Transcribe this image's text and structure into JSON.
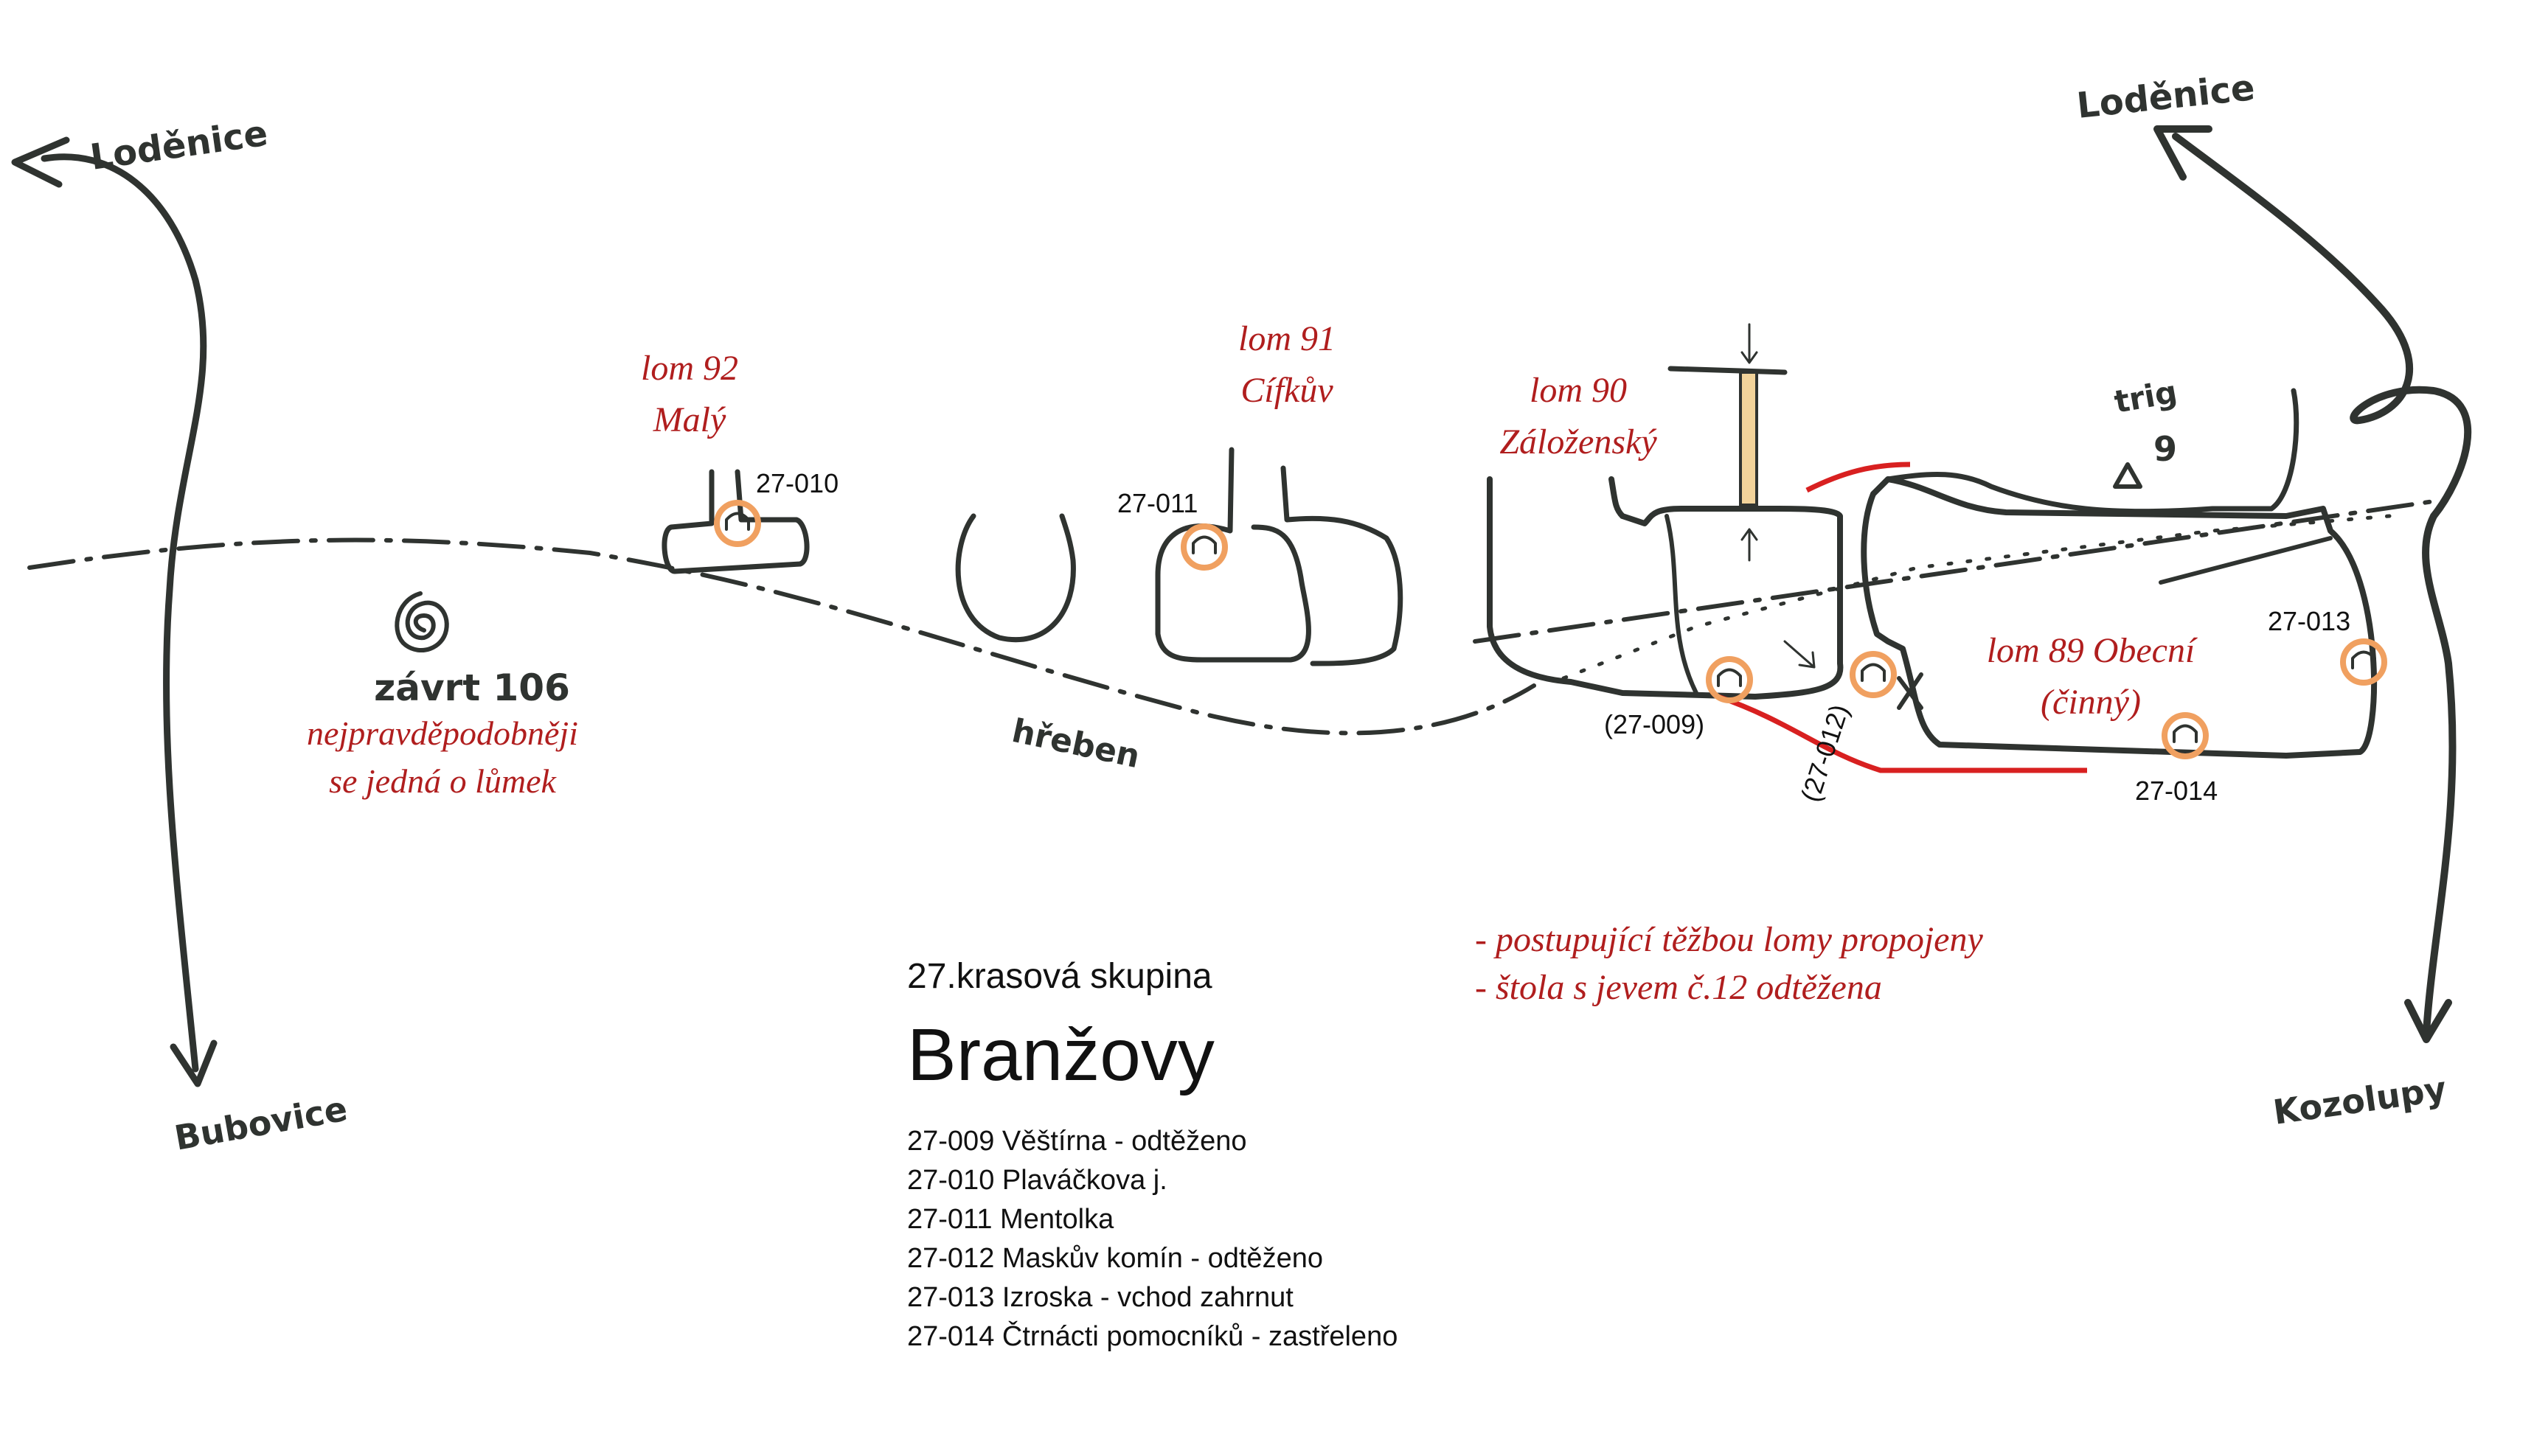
{
  "places": {
    "lodenice_left": "Loděnice",
    "lodenice_right": "Loděnice",
    "bubovice": "Bubovice",
    "kozolupy": "Kozolupy"
  },
  "quarries": {
    "lom92_name": "lom 92",
    "lom92_sub": "Malý",
    "lom91_name": "lom 91",
    "lom91_sub": "Cífkův",
    "lom90_name": "lom 90",
    "lom90_sub": "Záloženský",
    "lom89_name": "lom 89 Obecní",
    "lom89_sub": "(činný)"
  },
  "features": {
    "zavrt_title": "závrt 106",
    "zavrt_note1": "nejpravděpodobněji",
    "zavrt_note2": "se jedná o lůmek",
    "ridge": "hřeben",
    "trig": "trig",
    "trig_num": "9"
  },
  "cave_codes": {
    "c010": "27-010",
    "c011": "27-011",
    "c009": "(27-009)",
    "c012": "(27-012)",
    "c013": "27-013",
    "c014": "27-014"
  },
  "notes": {
    "line1": "- postupující těžbou lomy propojeny",
    "line2": "- štola s jevem č.12 odtěžena"
  },
  "header": {
    "group": "27.krasová skupina",
    "title": "Branžovy"
  },
  "legend": [
    "27-009 Věštírna - odtěženo",
    "27-010 Plaváčkova j.",
    "27-011 Mentolka",
    "27-012 Maskův komín - odtěženo",
    "27-013 Izroska - vchod zahrnut",
    "27-014 Čtrnácti pomocníků - zastřeleno"
  ],
  "colors": {
    "ink": "#2f3330",
    "red": "#b01e1e",
    "cave_marker": "#f0a060",
    "adit": "#f2d39a"
  }
}
